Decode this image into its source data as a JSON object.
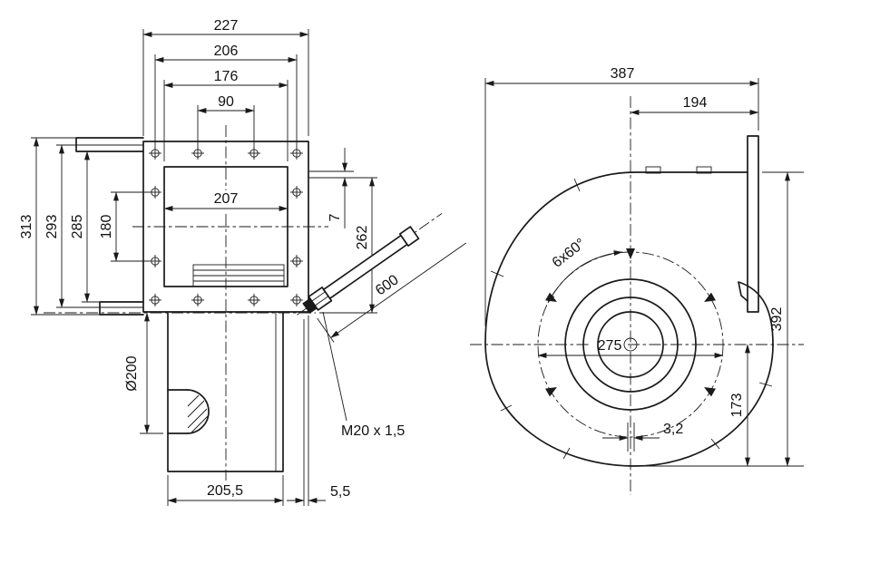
{
  "page": {
    "background": "#ffffff",
    "line_color": "#1a1a1a"
  },
  "left_view": {
    "dims": {
      "w227": "227",
      "w206": "206",
      "w176": "176",
      "w90": "90",
      "w207": "207",
      "h313": "313",
      "h293": "293",
      "h285": "285",
      "h180": "180",
      "t7": "7",
      "h262": "262",
      "cable600": "600",
      "dia200": "Ø200",
      "thread": "M20 x 1,5",
      "w205_5": "205,5",
      "w5_5": "5,5"
    }
  },
  "right_view": {
    "dims": {
      "w387": "387",
      "w194": "194",
      "h392": "392",
      "h173": "173",
      "bc275": "275",
      "slot3_2": "3,2",
      "holes": "6x60°"
    }
  }
}
